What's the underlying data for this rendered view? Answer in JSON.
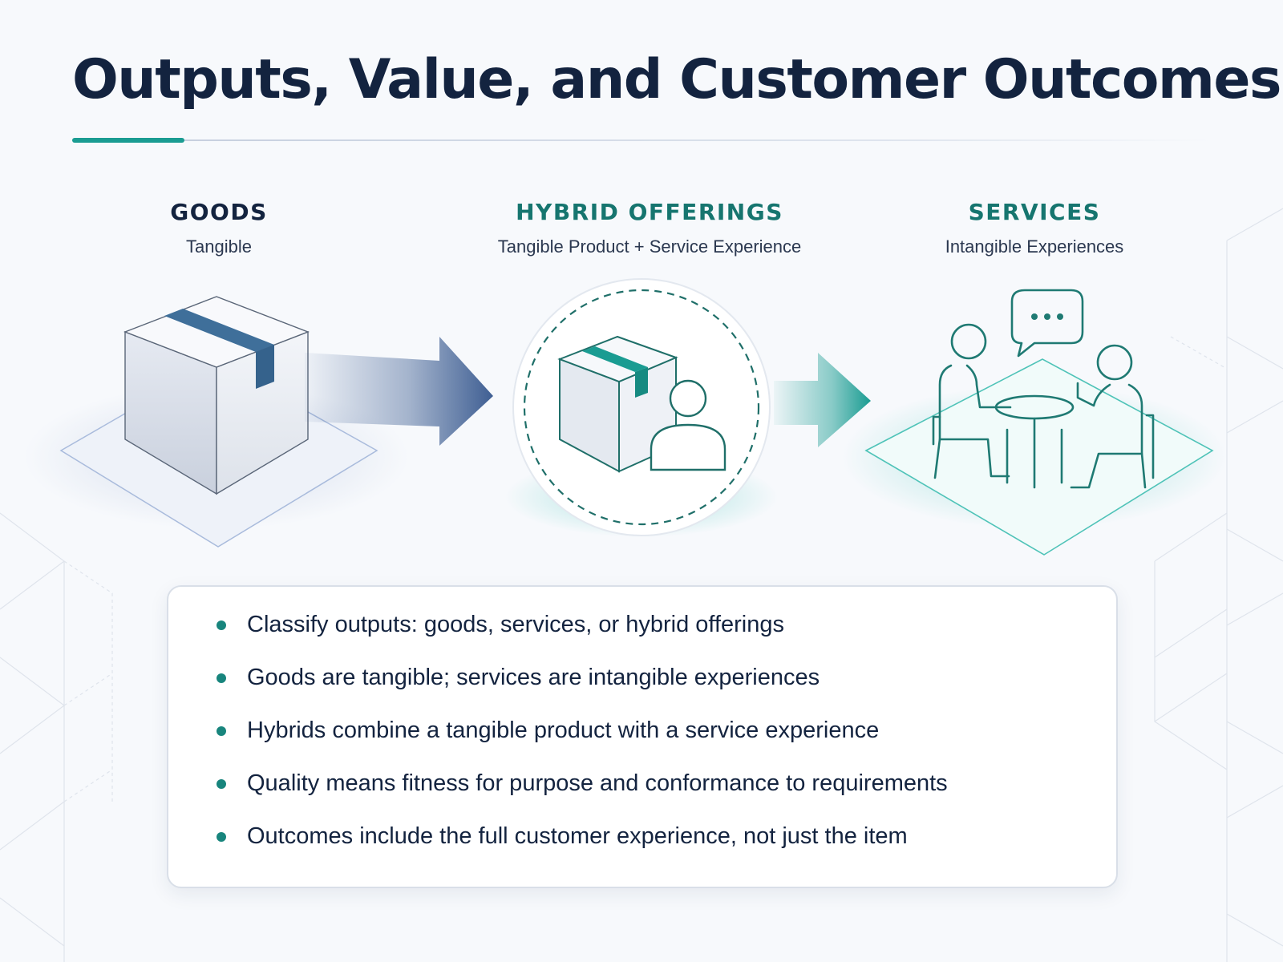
{
  "title": "Outputs, Value, and Customer Outcomes",
  "columns": {
    "goods": {
      "heading": "GOODS",
      "subtitle": "Tangible"
    },
    "hybrid": {
      "heading": "HYBRID OFFERINGS",
      "subtitle": "Tangible Product + Service Experience"
    },
    "services": {
      "heading": "SERVICES",
      "subtitle": "Intangible Experiences"
    }
  },
  "bullets": [
    "Classify outputs: goods, services, or hybrid offerings",
    "Goods are tangible; services are intangible experiences",
    "Hybrids combine a tangible product with a service experience",
    "Quality means fitness for purpose and conformance to requirements",
    "Outcomes include the full customer experience, not just the item"
  ],
  "colors": {
    "navy": "#13233f",
    "teal": "#1a9c92",
    "teal_dark": "#16756f",
    "blue_arrow": "#3f5f93",
    "tape": "#3f6f9a"
  },
  "icons": {
    "goods": "package-box-icon",
    "hybrid": "box-with-person-icon",
    "services": "two-people-conversation-icon",
    "flow": "arrow-right-icon"
  }
}
